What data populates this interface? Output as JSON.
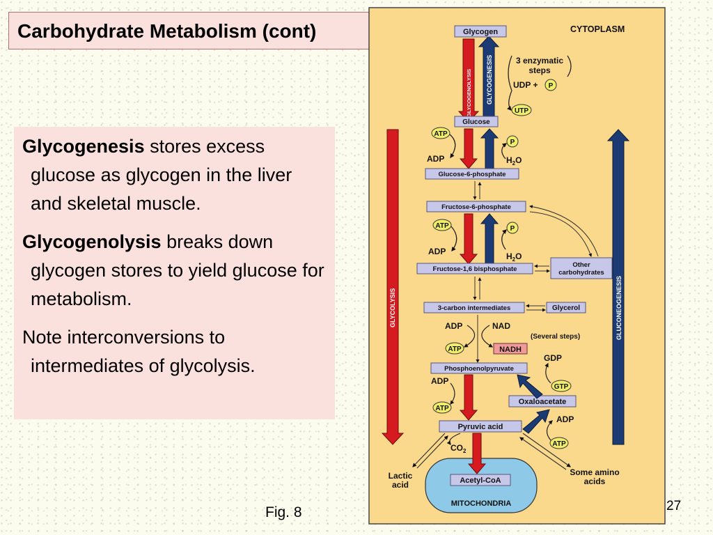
{
  "slide": {
    "title": "Carbohydrate Metabolism (cont)",
    "paragraphs": [
      {
        "bold": "Glycogenesis",
        "rest": " stores excess glucose as glycogen in the liver and skeletal muscle."
      },
      {
        "bold": "Glycogenolysis",
        "rest": " breaks down glycogen stores to yield glucose for metabolism."
      },
      {
        "bold": "",
        "rest": "Note interconversions to intermediates of glycolysis."
      }
    ],
    "figure_label": "Fig. 8",
    "page_number": "27"
  },
  "diagram": {
    "colors": {
      "background": "#fbd98c",
      "box": "#c7c7ea",
      "box_border": "#555577",
      "glycolysis_arrow": "#d51a20",
      "gluconeogenesis_arrow": "#1c3b74",
      "cofactor_circle": "#f1ee6a",
      "mitochondria": "#8ecae8",
      "nadh_box": "#f29a9a"
    },
    "region_labels": {
      "cytoplasm": "CYTOPLASM",
      "mitochondria": "MITOCHONDRIA"
    },
    "pathway_labels": {
      "glycogenolysis": "GLYCOGENOLYSIS",
      "glycogenesis": "GLYCOGENESIS",
      "glycolysis": "GLYCOLYSIS",
      "gluconeogenesis": "GLUCONEOGENESIS"
    },
    "nodes": {
      "glycogen": "Glycogen",
      "glucose": "Glucose",
      "glucose6p": "Glucose-6-phosphate",
      "fructose6p": "Fructose-6-phosphate",
      "fructose16bp": "Fructose-1,6 bisphosphate",
      "other_carbs": [
        "Other",
        "carbohydrates"
      ],
      "three_carbon": "3-carbon intermediates",
      "glycerol": "Glycerol",
      "pep": "Phosphoenolpyruvate",
      "oxaloacetate": "Oxaloacetate",
      "pyruvic": "Pyruvic acid",
      "acetylcoa": "Acetyl-CoA"
    },
    "labels": {
      "enzymatic_steps": [
        "3 enzymatic",
        "steps"
      ],
      "udp_p": "UDP +",
      "p": "P",
      "utp": "UTP",
      "atp": "ATP",
      "adp": "ADP",
      "h2o": "H",
      "h2o_sub": "2",
      "h2o_o": "O",
      "nad": "NAD",
      "nadh": "NADH",
      "several_steps": "(Several steps)",
      "gdp": "GDP",
      "gtp": "GTP",
      "co2": "CO",
      "co2_sub": "2",
      "lactic_acid": [
        "Lactic",
        "acid"
      ],
      "amino_acids": [
        "Some amino",
        "acids"
      ]
    }
  }
}
